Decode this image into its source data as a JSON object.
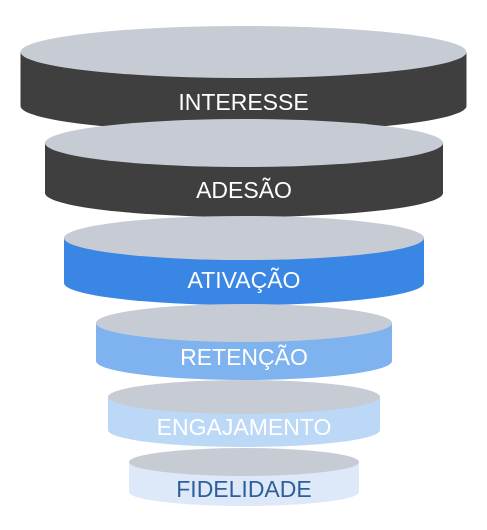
{
  "diagram": {
    "type": "funnel",
    "stages": [
      {
        "label": "INTERESSE",
        "body_color": "#3f3f3f",
        "top_color": "#c7ccd4",
        "text_color": "#ffffff"
      },
      {
        "label": "ADESÃO",
        "body_color": "#3f3f3f",
        "top_color": "#c7ccd4",
        "text_color": "#ffffff"
      },
      {
        "label": "ATIVAÇÃO",
        "body_color": "#3a86e5",
        "top_color": "#c7ccd4",
        "text_color": "#ffffff"
      },
      {
        "label": "RETENÇÃO",
        "body_color": "#7fb3f0",
        "top_color": "#c7ccd4",
        "text_color": "#ffffff"
      },
      {
        "label": "ENGAJAMENTO",
        "body_color": "#bcd8f7",
        "top_color": "#c7ccd4",
        "text_color": "#ffffff"
      },
      {
        "label": "FIDELIDADE",
        "body_color": "#dde9f8",
        "top_color": "#c7ccd4",
        "text_color": "#2f5f9a"
      }
    ]
  }
}
